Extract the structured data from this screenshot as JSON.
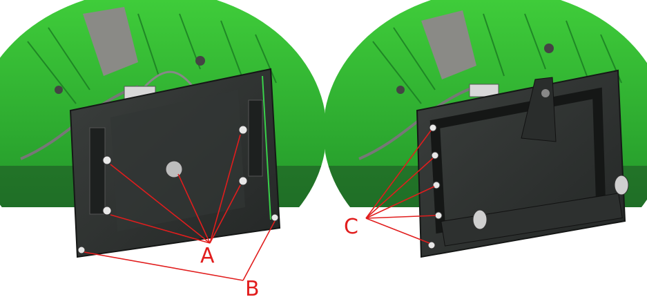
{
  "callouts": {
    "a": "A",
    "b": "B",
    "c": "C"
  },
  "colors": {
    "machine_green": "#2fbe2f",
    "machine_green_dark": "#1f8f26",
    "plate_dark": "#2a2d2c",
    "plate_mid": "#3a3e3c",
    "leader_red": "#e11d1d",
    "background": "#ffffff"
  }
}
